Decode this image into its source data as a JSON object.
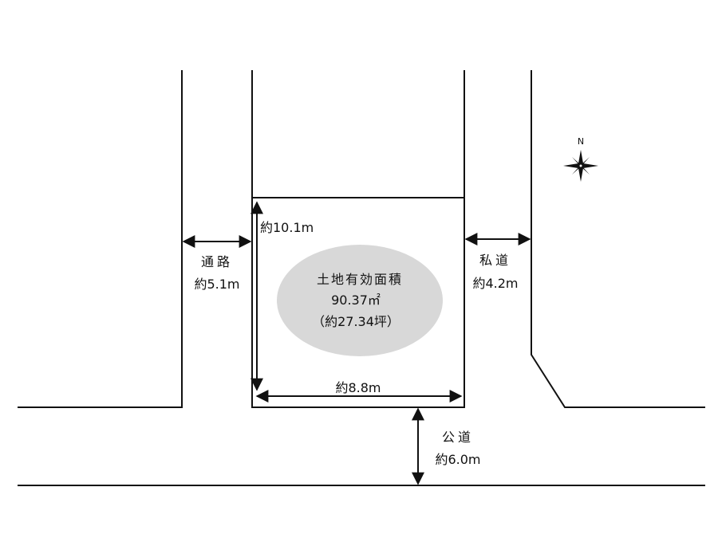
{
  "colors": {
    "line": "#111111",
    "area_fill": "#d8d8d8",
    "background": "#ffffff"
  },
  "compass": {
    "label": "N",
    "icon": "compass-rose-icon"
  },
  "plot": {
    "area_title": "土地有効面積",
    "area_m2": "90.37㎡",
    "area_tsubo": "（約27.34坪）",
    "depth": "約10.1m",
    "frontage": "約8.8m"
  },
  "roads": {
    "left": {
      "name": "通路",
      "width": "約5.1m"
    },
    "right": {
      "name": "私道",
      "width": "約4.2m"
    },
    "bottom": {
      "name": "公道",
      "width": "約6.0m"
    }
  }
}
